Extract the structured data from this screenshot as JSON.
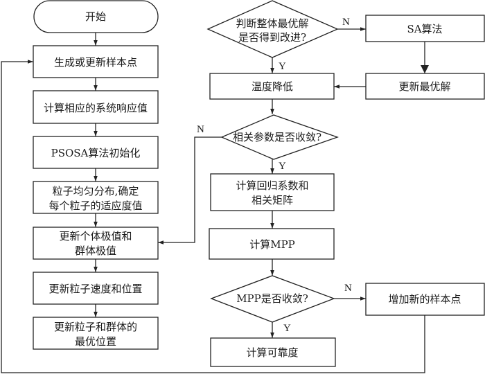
{
  "diagram": {
    "type": "flowchart",
    "nodes": {
      "start": {
        "shape": "terminal",
        "lines": [
          "开始"
        ]
      },
      "generate_samples": {
        "shape": "process",
        "lines": [
          "生成或更新样本点"
        ]
      },
      "compute_response": {
        "shape": "process",
        "lines": [
          "计算相应的系统响应值"
        ]
      },
      "psosa_init": {
        "shape": "process",
        "lines": [
          "PSOSA算法初始化"
        ]
      },
      "particle_distribution": {
        "shape": "process",
        "lines": [
          "粒子均匀分布,确定",
          "每个粒子的适应度值"
        ]
      },
      "update_extremes": {
        "shape": "process",
        "lines": [
          "更新个体极值和",
          "群体极值"
        ]
      },
      "update_velocity": {
        "shape": "process",
        "lines": [
          "更新粒子速度和位置"
        ]
      },
      "update_best_positions": {
        "shape": "process",
        "lines": [
          "更新粒子和群体的",
          "最优位置"
        ]
      },
      "judge_improvement": {
        "shape": "decision",
        "lines": [
          "判断整体最优解",
          "是否得到改进?"
        ]
      },
      "sa_algorithm": {
        "shape": "process",
        "lines": [
          "SA算法"
        ]
      },
      "update_optimum": {
        "shape": "process",
        "lines": [
          "更新最优解"
        ]
      },
      "lower_temperature": {
        "shape": "process",
        "lines": [
          "温度降低"
        ]
      },
      "params_converged": {
        "shape": "decision",
        "lines": [
          "相关参数是否收敛?"
        ]
      },
      "compute_regression": {
        "shape": "process",
        "lines": [
          "计算回归系数和",
          "相关矩阵"
        ]
      },
      "compute_mpp": {
        "shape": "process",
        "lines": [
          "计算MPP"
        ]
      },
      "mpp_converged": {
        "shape": "decision",
        "lines": [
          "MPP是否收敛?"
        ]
      },
      "add_samples": {
        "shape": "process",
        "lines": [
          "增加新的样本点"
        ]
      },
      "compute_reliability": {
        "shape": "process",
        "lines": [
          "计算可靠度"
        ]
      }
    },
    "edges": [
      {
        "from": "start",
        "to": "generate_samples",
        "label": ""
      },
      {
        "from": "generate_samples",
        "to": "compute_response",
        "label": ""
      },
      {
        "from": "compute_response",
        "to": "psosa_init",
        "label": ""
      },
      {
        "from": "psosa_init",
        "to": "particle_distribution",
        "label": ""
      },
      {
        "from": "particle_distribution",
        "to": "update_extremes",
        "label": ""
      },
      {
        "from": "update_extremes",
        "to": "update_velocity",
        "label": ""
      },
      {
        "from": "update_velocity",
        "to": "update_best_positions",
        "label": ""
      },
      {
        "from": "judge_improvement",
        "to": "sa_algorithm",
        "label": "N"
      },
      {
        "from": "judge_improvement",
        "to": "lower_temperature",
        "label": "Y"
      },
      {
        "from": "sa_algorithm",
        "to": "update_optimum",
        "label": ""
      },
      {
        "from": "update_optimum",
        "to": "lower_temperature",
        "label": ""
      },
      {
        "from": "lower_temperature",
        "to": "params_converged",
        "label": ""
      },
      {
        "from": "params_converged",
        "to": "update_extremes",
        "label": "N"
      },
      {
        "from": "params_converged",
        "to": "compute_regression",
        "label": "Y"
      },
      {
        "from": "compute_regression",
        "to": "compute_mpp",
        "label": ""
      },
      {
        "from": "compute_mpp",
        "to": "mpp_converged",
        "label": ""
      },
      {
        "from": "mpp_converged",
        "to": "add_samples",
        "label": "N"
      },
      {
        "from": "mpp_converged",
        "to": "compute_reliability",
        "label": "Y"
      },
      {
        "from": "add_samples",
        "to": "generate_samples",
        "label": ""
      }
    ],
    "edge_labels": {
      "yes": "Y",
      "no": "N"
    }
  }
}
